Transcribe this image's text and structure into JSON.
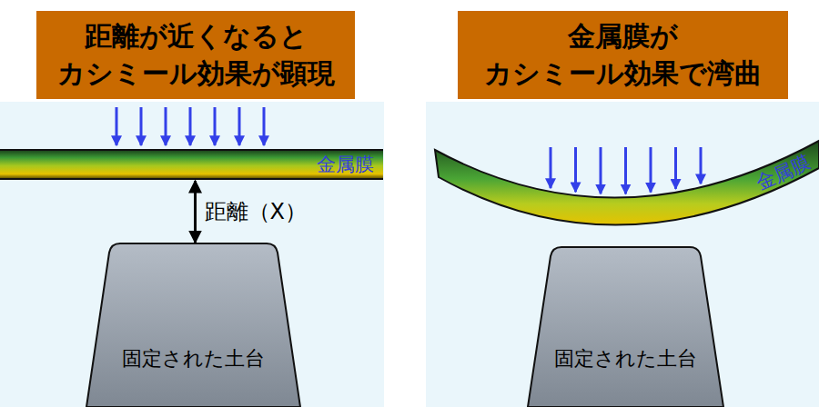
{
  "diagram": {
    "nodes": [
      {
        "text": [
          "距離が近くなると カシミール効果が顕現"
        ]
      },
      {
        "text": [
          "金属膜が カシミール効果で湾曲"
        ]
      },
      {
        "text": [
          "金属膜"
        ]
      },
      {
        "text": [
          "金属膜"
        ]
      },
      {
        "text": [
          "固定された土台"
        ]
      },
      {
        "text": [
          "固定された土台"
        ]
      }
    ],
    "edges": [
      {
        "from": 2,
        "to": 4,
        "arrow": "both",
        "label": "距離（X）"
      }
    ]
  }
}
